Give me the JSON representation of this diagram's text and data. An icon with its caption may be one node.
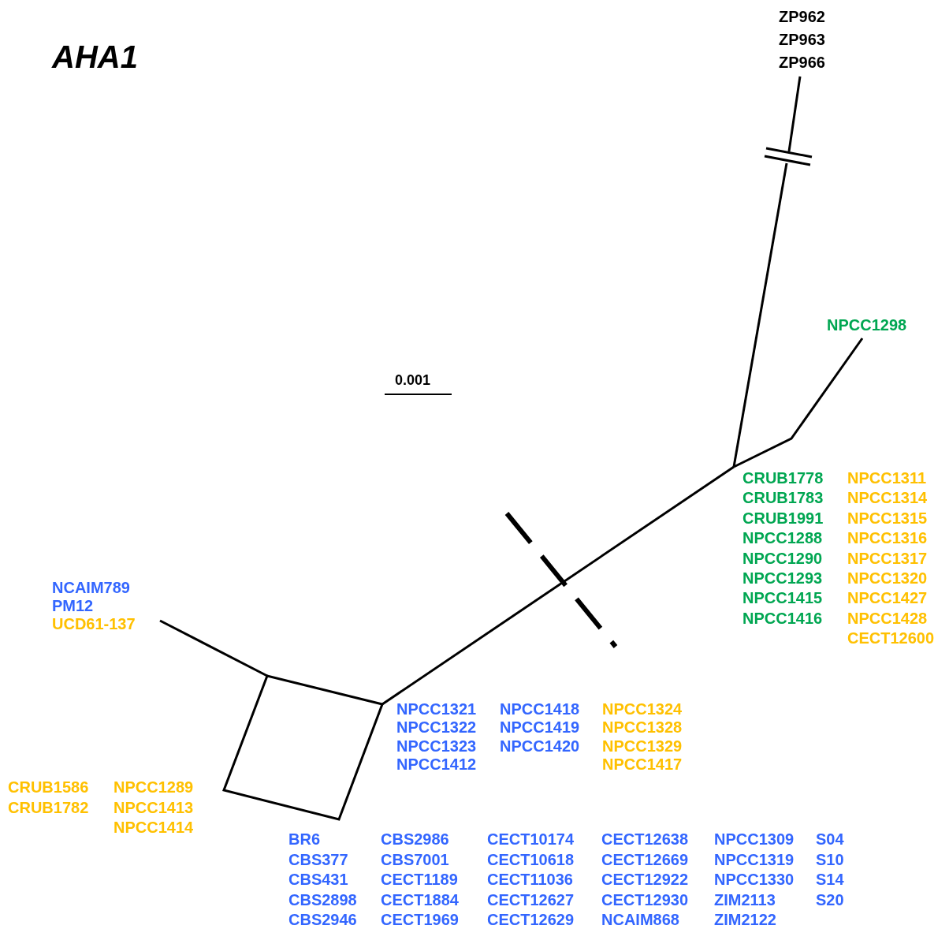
{
  "diagram": {
    "title": "AHA1",
    "labels": [
      "ZP962",
      "ZP963",
      "ZP966",
      "NPCC1298",
      "0.001",
      "CRUB1778",
      "CRUB1783",
      "CRUB1991",
      "NPCC1288",
      "NPCC1290",
      "NPCC1293",
      "NPCC1415",
      "NPCC1416",
      "NPCC1311",
      "NPCC1314",
      "NPCC1315",
      "NPCC1316",
      "NPCC1317",
      "NPCC1320",
      "NPCC1427",
      "NPCC1428",
      "CECT12600",
      "NCAIM789",
      "PM12",
      "UCD61-137",
      "NPCC1321",
      "NPCC1322",
      "NPCC1323",
      "NPCC1412",
      "NPCC1418",
      "NPCC1419",
      "NPCC1420",
      "NPCC1324",
      "NPCC1328",
      "NPCC1329",
      "NPCC1417",
      "CRUB1586",
      "CRUB1782",
      "NPCC1289",
      "NPCC1413",
      "NPCC1414",
      "BR6",
      "CBS377",
      "CBS431",
      "CBS2898",
      "CBS2946",
      "CBS2986",
      "CBS7001",
      "CECT1189",
      "CECT1884",
      "CECT1969",
      "CECT10174",
      "CECT10618",
      "CECT11036",
      "CECT12627",
      "CECT12629",
      "CECT12638",
      "CECT12669",
      "CECT12922",
      "CECT12930",
      "NCAIM868",
      "NPCC1309",
      "NPCC1319",
      "NPCC1330",
      "ZIM2113",
      "ZIM2122",
      "S04",
      "S10",
      "S14",
      "S20"
    ]
  }
}
